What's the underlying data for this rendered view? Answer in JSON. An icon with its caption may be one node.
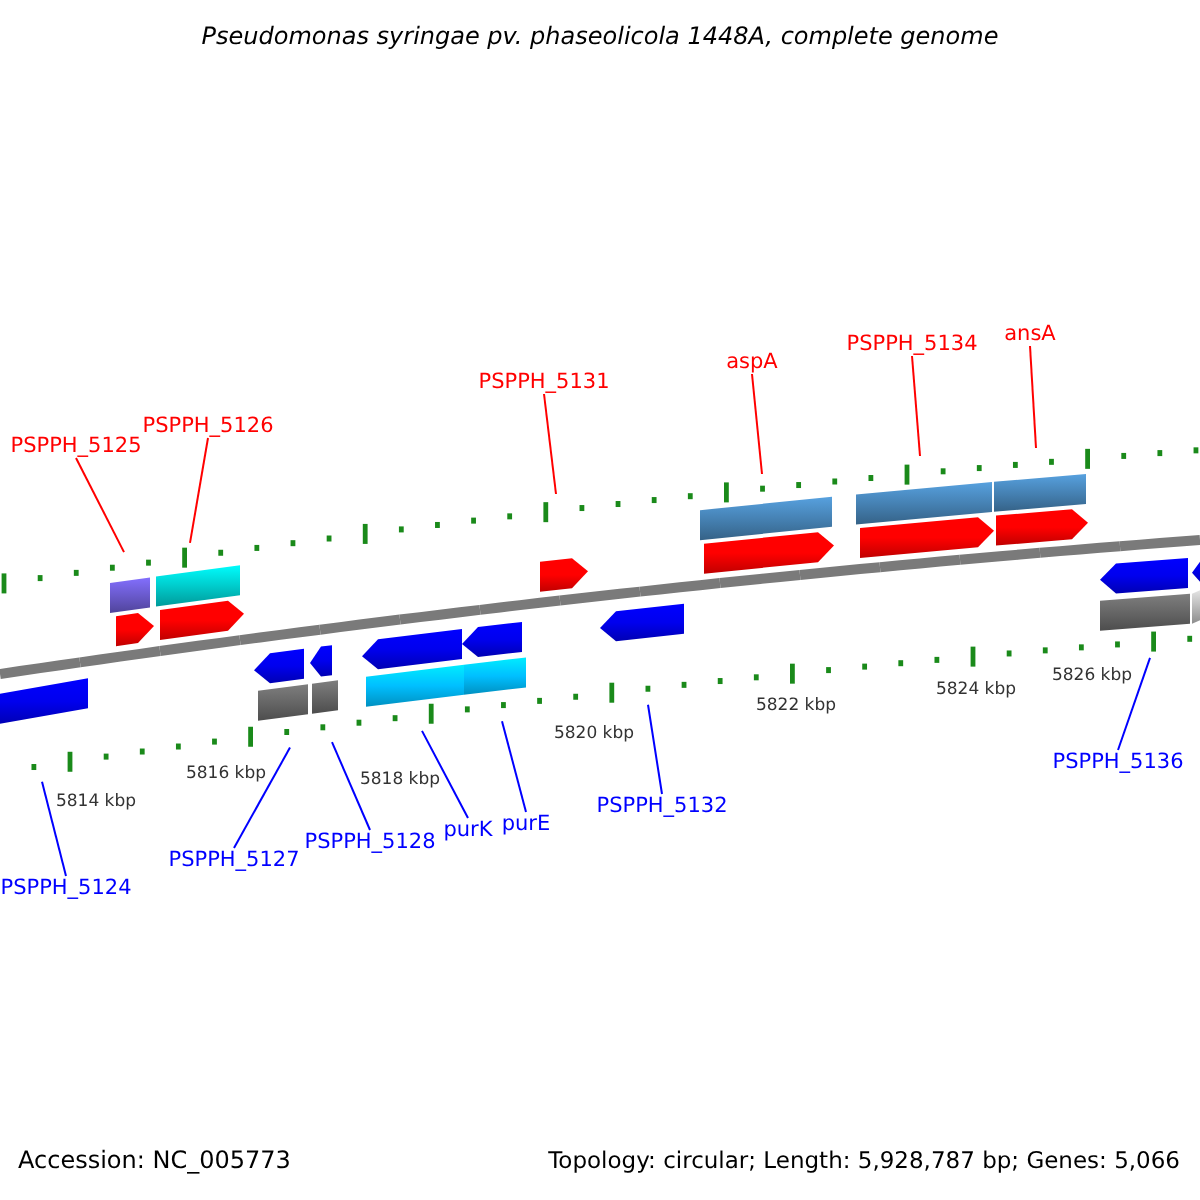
{
  "diagram": {
    "title": "Pseudomonas syringae pv. phaseolicola 1448A, complete genome",
    "nodes": [
      {
        "text": [
          "PSPPH_5125"
        ]
      },
      {
        "text": [
          "PSPPH_5126"
        ]
      },
      {
        "text": [
          "PSPPH_5131"
        ]
      },
      {
        "text": [
          "aspA"
        ]
      },
      {
        "text": [
          "PSPPH_5134"
        ]
      },
      {
        "text": [
          "ansA"
        ]
      },
      {
        "text": [
          "PSPPH_5124"
        ]
      },
      {
        "text": [
          "PSPPH_5127"
        ]
      },
      {
        "text": [
          "PSPPH_5128"
        ]
      },
      {
        "text": [
          "purK"
        ]
      },
      {
        "text": [
          "purE"
        ]
      },
      {
        "text": [
          "PSPPH_5132"
        ]
      },
      {
        "text": [
          "PSPPH_5136"
        ]
      }
    ],
    "edges": [
      {
        "from": 0,
        "to": null,
        "arrow": "none",
        "color": "#ff0000"
      },
      {
        "from": 1,
        "to": null,
        "arrow": "none",
        "color": "#ff0000"
      },
      {
        "from": 2,
        "to": null,
        "arrow": "none",
        "color": "#ff0000"
      },
      {
        "from": 3,
        "to": null,
        "arrow": "none",
        "color": "#ff0000"
      },
      {
        "from": 4,
        "to": null,
        "arrow": "none",
        "color": "#ff0000"
      },
      {
        "from": 5,
        "to": null,
        "arrow": "none",
        "color": "#ff0000"
      },
      {
        "from": 6,
        "to": null,
        "arrow": "none"
      },
      {
        "from": 7,
        "to": null,
        "arrow": "none"
      },
      {
        "from": 8,
        "to": null,
        "arrow": "none"
      },
      {
        "from": 9,
        "to": null,
        "arrow": "none"
      },
      {
        "from": 10,
        "to": null,
        "arrow": "none"
      },
      {
        "from": 11,
        "to": null,
        "arrow": "none"
      },
      {
        "from": 12,
        "to": null,
        "arrow": "none"
      }
    ],
    "labels": [
      "5814 kbp",
      "5816 kbp",
      "5818 kbp",
      "5820 kbp",
      "5822 kbp",
      "5824 kbp",
      "5826 kbp",
      "Accession: NC_005773",
      "Topology: circular; Length: 5,928,787 bp; Genes: 5,066"
    ]
  }
}
